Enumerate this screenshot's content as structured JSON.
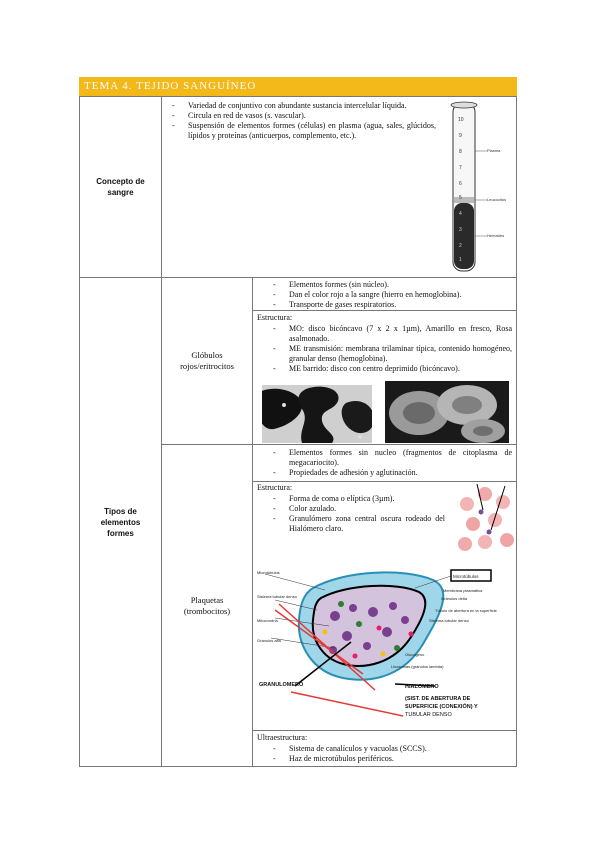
{
  "header": {
    "title": "TEMA 4. TEJIDO SANGUÍNEO"
  },
  "concepto": {
    "label": "Concepto de sangre",
    "items": [
      "Variedad de conjuntivo con abundante sustancia intercelular líquida.",
      "Circula en red de vasos (s. vascular).",
      "Suspensión de elementos formes (células) en plasma (agua, sales, glúcidos, lípidos y proteínas (anticuerpos, complemento, etc.)."
    ],
    "tube": {
      "scale": [
        "10",
        "9",
        "8",
        "7",
        "6",
        "5",
        "4",
        "3",
        "2",
        "1"
      ],
      "labels": [
        "Plasma",
        "Leucocitos",
        "Hematíes"
      ]
    }
  },
  "tipos": {
    "label": "Tipos de elementos formes",
    "globulos": {
      "label": "Glóbulos rojos/eritrocitos",
      "items1": [
        "Elementos formes (sin núcleo).",
        "Dan el color rojo a la sangre (hierro en hemoglobina).",
        "Transporte de gases respiratorios."
      ],
      "struct_title": "Estructura:",
      "items2": [
        "MO: disco bicóncavo (7 x 2 x 1µm), Amarillo en fresco, Rosa asalmonado.",
        "ME transmisión: membrana trilaminar típica, contenido homogéneo, granular denso (hemoglobina).",
        "ME barrido: disco con centro deprimido (bicóncavo)."
      ]
    },
    "plaquetas": {
      "label": "Plaquetas (trombocitos)",
      "items1": [
        "Elementos formes sin nucleo (fragmentos de citoplasma de megacariocito).",
        "Propiedades de adhesión y aglutinación."
      ],
      "struct_title": "Estructura:",
      "items2": [
        "Forma de coma o elíptica (3µm).",
        "Color azulado.",
        "Granulómero zona central oscura rodeado del Hialómero claro."
      ],
      "diagram": {
        "left_labels": [
          "Microtúbulos",
          "Sistema tubular denso",
          "Mitocondria",
          "Gránulos alfa"
        ],
        "right_labels": [
          "Microtúbulos",
          "Membrana plasmática",
          "Gránulos delta",
          "Túbulo de abertura en la superficie",
          "Sistema tubular denso",
          "Glucógeno",
          "Lisosomas (gránulos lambda)"
        ],
        "bottom_left": "GRANULOMERO",
        "bottom_right": [
          "HIALOMERO",
          "(SIST. DE ABERTURA DE",
          "SUPERFICIE (CONEXIÓN) Y",
          "TUBULAR DENSO"
        ]
      },
      "ultra_title": "Ultraestructura:",
      "items3": [
        "Sistema de canalículos y vacuolas (SCCS).",
        "Haz de microtúbulos periféricos."
      ]
    }
  }
}
